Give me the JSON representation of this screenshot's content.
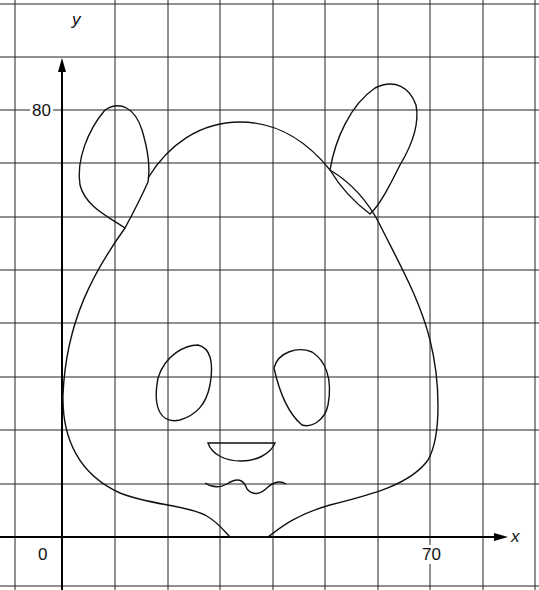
{
  "diagram": {
    "labels": [
      "y",
      "80",
      "0",
      "70",
      "x"
    ]
  }
}
